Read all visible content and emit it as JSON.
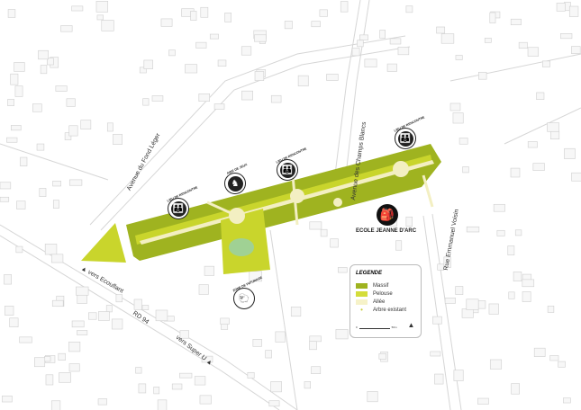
{
  "streets": {
    "fond_leger": "Avenue du Fond Léger",
    "champs_blancs": "Avenue des Champs Blancs",
    "emmanuel_voisin": "Rue Emmanuel Voisin",
    "rd94": "RD 94",
    "ecouflant": "vers Ecouflant",
    "super_u": "vers Super U"
  },
  "pins": [
    {
      "title": "LIEU DE RENCONTRE",
      "icon": "people-icon"
    },
    {
      "title": "AIRE DE JEUX",
      "icon": "playground-icon"
    },
    {
      "title": "LIEU DE RENCONTRE",
      "icon": "people-icon"
    },
    {
      "title": "LIEU DE RENCONTRE",
      "icon": "people-icon"
    },
    {
      "title": "ZONE DE PATURAGE",
      "icon": "sheep-icon"
    }
  ],
  "school": {
    "name": "ECOLE JEANNE D'ARC",
    "icon": "backpack-icon"
  },
  "legend": {
    "title": "LEGENDE",
    "items": [
      {
        "label": "Massif",
        "color": "#9fb320"
      },
      {
        "label": "Pelouse",
        "color": "#d4dd3a"
      },
      {
        "label": "Allée",
        "color": "#f6f2c8"
      },
      {
        "label": "Arbre existant",
        "color": "#c8cf3c"
      }
    ],
    "scale_start": "0",
    "scale_end": "50m"
  },
  "colors": {
    "massif": "#9fb320",
    "pelouse": "#c9d52c",
    "allee": "#f3efc2",
    "water": "#8fcfc0"
  }
}
